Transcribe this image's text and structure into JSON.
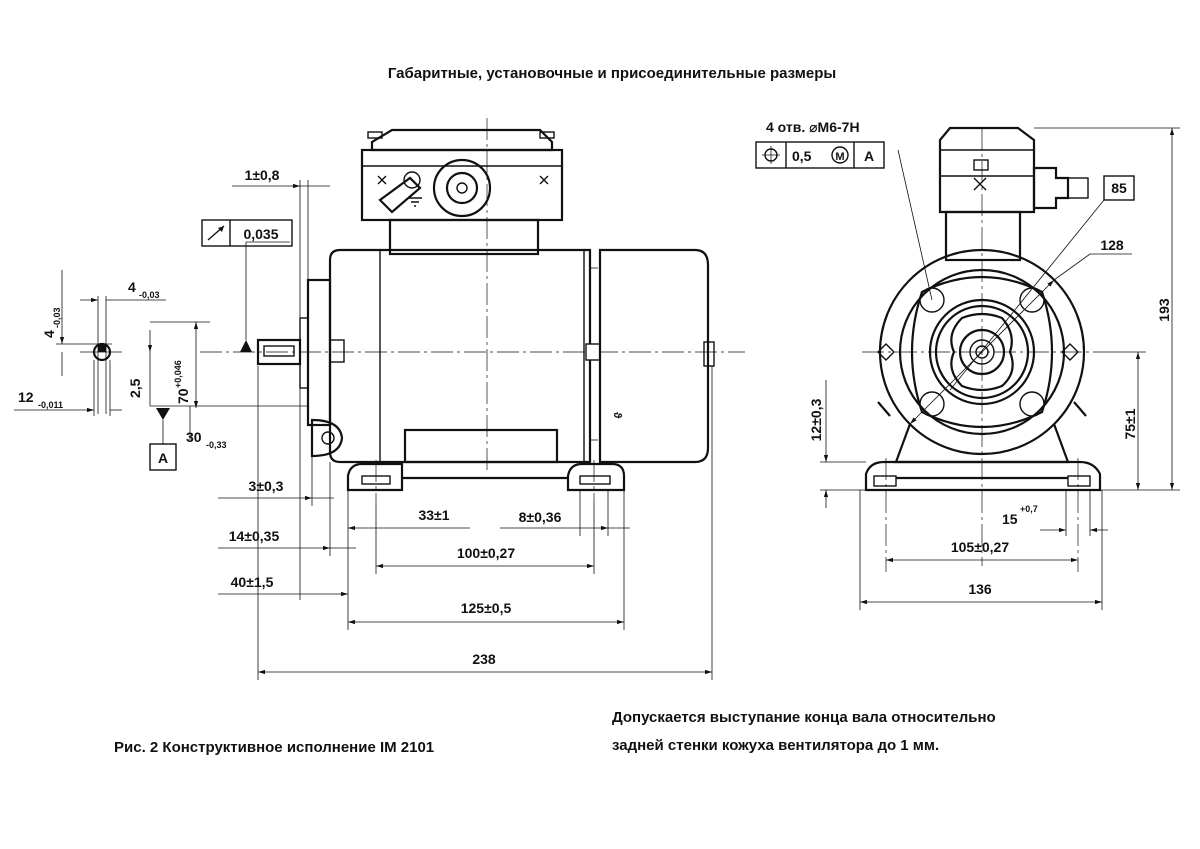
{
  "title": "Габаритные, установочные и присоединительные размеры",
  "caption": "Рис. 2  Конструктивное исполнение IM 2101",
  "note_lines": [
    "Допускается выступание конца вала относительно",
    "задней стенки кожуха вентилятора до 1 мм."
  ],
  "datum_label": "A",
  "runout_tolerance": "0,035",
  "holes_label": "4 отв. ⌀M6-7H",
  "position_tolerance": {
    "value": "0,5",
    "modifier": "M",
    "datum": "A"
  },
  "dims": {
    "d_1": "1±0,8",
    "d_4_left": "4",
    "d_4_left_tol": "-0,03",
    "d_4_top": "4",
    "d_4_top_tol": "-0,03",
    "d_70": "70",
    "d_70_tol": "+0,046",
    "d_2_5": "2,5",
    "d_12": "12",
    "d_12_tol": "-0,011",
    "d_30": "30",
    "d_30_tol": "-0,33",
    "d_3": "3±0,3",
    "d_14": "14±0,35",
    "d_40": "40±1,5",
    "d_33": "33±1",
    "d_8": "8±0,36",
    "d_100": "100±0,27",
    "d_125": "125±0,5",
    "d_238": "238",
    "d_85": "85",
    "d_128": "128",
    "d_193": "193",
    "d_75": "75±1",
    "d_12_front": "12±0,3",
    "d_15": "15",
    "d_15_tol": "+0,7",
    "d_105": "105±0,27",
    "d_136": "136"
  }
}
